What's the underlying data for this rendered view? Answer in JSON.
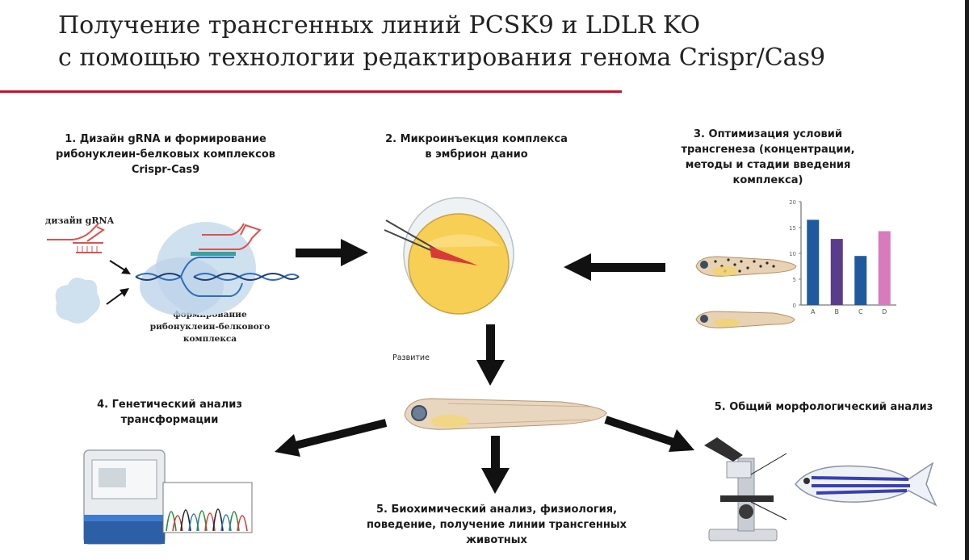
{
  "title": {
    "line1": "Получение трансгенных линий PCSK9 и LDLR KO",
    "line2": "с помощью технологии редактирования генома Crispr/Cas9"
  },
  "steps": {
    "step1": [
      "1. Дизайн gRNA и формирование",
      "рибонуклеин-белковых комплексов",
      "Crispr-Cas9"
    ],
    "step2": [
      "2. Микроинъекция комплекса",
      "в эмбрион данио"
    ],
    "step3": [
      "3. Оптимизация условий",
      "трансгенеза (концентрации,",
      "методы и стадии введения",
      "комплекса)"
    ],
    "step4": [
      "4. Генетический анализ",
      "трансформации"
    ],
    "step5a": [
      "5. Общий морфологический анализ"
    ],
    "step5b": [
      "5. Биохимический анализ, физиология,",
      "поведение, получение линии трансгенных",
      "животных"
    ]
  },
  "labels": {
    "grna_design": "дизайн gRNA",
    "complex_formation": [
      "формирование",
      "рибонуклеин-белкового",
      "комплекса"
    ],
    "development": "Развитие"
  },
  "chart_data": {
    "type": "bar",
    "categories": [
      "A",
      "B",
      "C",
      "D"
    ],
    "values": [
      16.5,
      12.8,
      9.5,
      14.3
    ],
    "ylim": [
      0,
      20
    ],
    "yticks": [
      "0",
      "5",
      "10",
      "15",
      "20"
    ],
    "colors": [
      "#1f5a9e",
      "#5b3c8c",
      "#1f5a9e",
      "#d77bbd"
    ]
  },
  "colors": {
    "accent_red": "#c8102e",
    "dna_blue": "#2f6fb5",
    "rna_red": "#d9534f"
  }
}
